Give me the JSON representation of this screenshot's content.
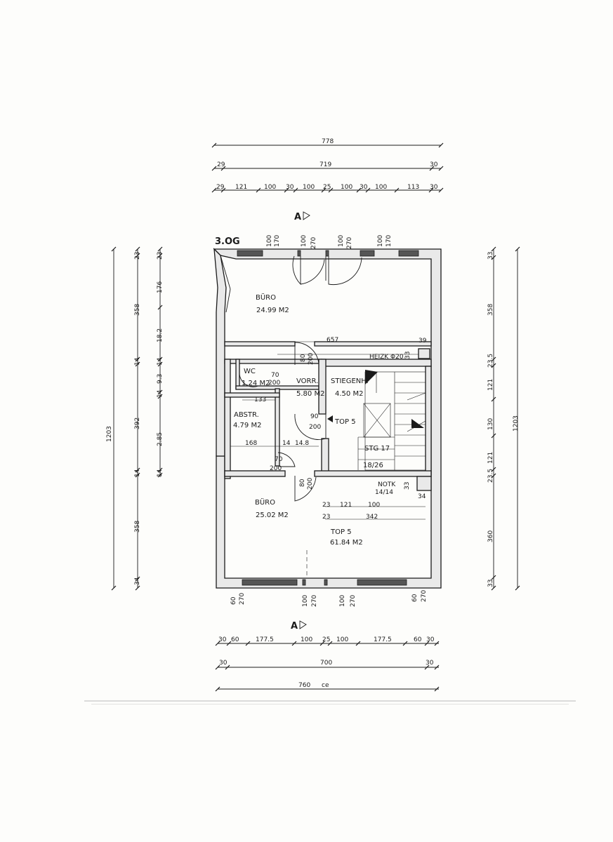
{
  "floor": "3.OG",
  "section_mark": "A",
  "dims_top": {
    "overall": "778",
    "row2": [
      "29",
      "719",
      "30"
    ],
    "row3": [
      "29",
      "121",
      "100",
      "30",
      "100",
      "25",
      "100",
      "30",
      "100",
      "113",
      "30"
    ],
    "windows": [
      "100",
      "170",
      "100",
      "270",
      "100",
      "270",
      "100",
      "170"
    ]
  },
  "dims_bottom": {
    "row1": [
      "30",
      "60",
      "177.5",
      "100",
      "25",
      "100",
      "177.5",
      "60",
      "30"
    ],
    "row2": [
      "30",
      "700",
      "30"
    ],
    "overall": "760",
    "windows": [
      "60",
      "270",
      "100",
      "270",
      "100",
      "270",
      "60",
      "270"
    ]
  },
  "dims_left": {
    "overall": "1203",
    "col2": [
      "23",
      "358",
      "14",
      "392",
      "14",
      "358",
      "34"
    ],
    "col3": [
      "23",
      "176",
      "18.2",
      "14",
      "9.3",
      "14",
      "2.85",
      "14"
    ]
  },
  "dims_right": {
    "overall": "1203",
    "col1": [
      "33",
      "358",
      "23.5",
      "121",
      "130",
      "121",
      "23.5",
      "360",
      "33"
    ]
  },
  "rooms": {
    "buero_top": {
      "name": "BÜRO",
      "area": "24.99 M2"
    },
    "wc": {
      "name": "WC",
      "area": "1.24 M2"
    },
    "vorr": {
      "name": "VORR.",
      "area": "5.80 M2"
    },
    "stiegenh": {
      "name": "STIEGENH.",
      "area": "4.50 M2"
    },
    "abstr": {
      "name": "ABSTR.",
      "area": "4.79 M2"
    },
    "buero_bottom": {
      "name": "BÜRO",
      "area": "25.02 M2"
    },
    "top5": {
      "name": "TOP 5",
      "area": "61.84 M2"
    }
  },
  "labels": {
    "heizk": "HEIZK Φ20",
    "heizk_dim": "33",
    "notk": "NOTK",
    "notk_dim": "14/14",
    "stg": "STG 17",
    "stg_ratio": "18/26",
    "top5_door": "TOP 5",
    "inner_657": "657",
    "inner_39": "39",
    "inner_133": "133",
    "inner_168": "168",
    "inner_14": "14",
    "inner_148": "14.8",
    "inner_34": "34",
    "inner_33": "33",
    "inner_23a": "23",
    "inner_121": "121",
    "inner_100": "100",
    "inner_23b": "23",
    "inner_342": "342",
    "door_wc": [
      "70",
      "200"
    ],
    "door_vorr": [
      "80",
      "200"
    ],
    "door_top5": [
      "90",
      "200"
    ],
    "door_abstr": [
      "70",
      "200"
    ],
    "door_buero": [
      "80",
      "200"
    ],
    "ce": "ce"
  }
}
